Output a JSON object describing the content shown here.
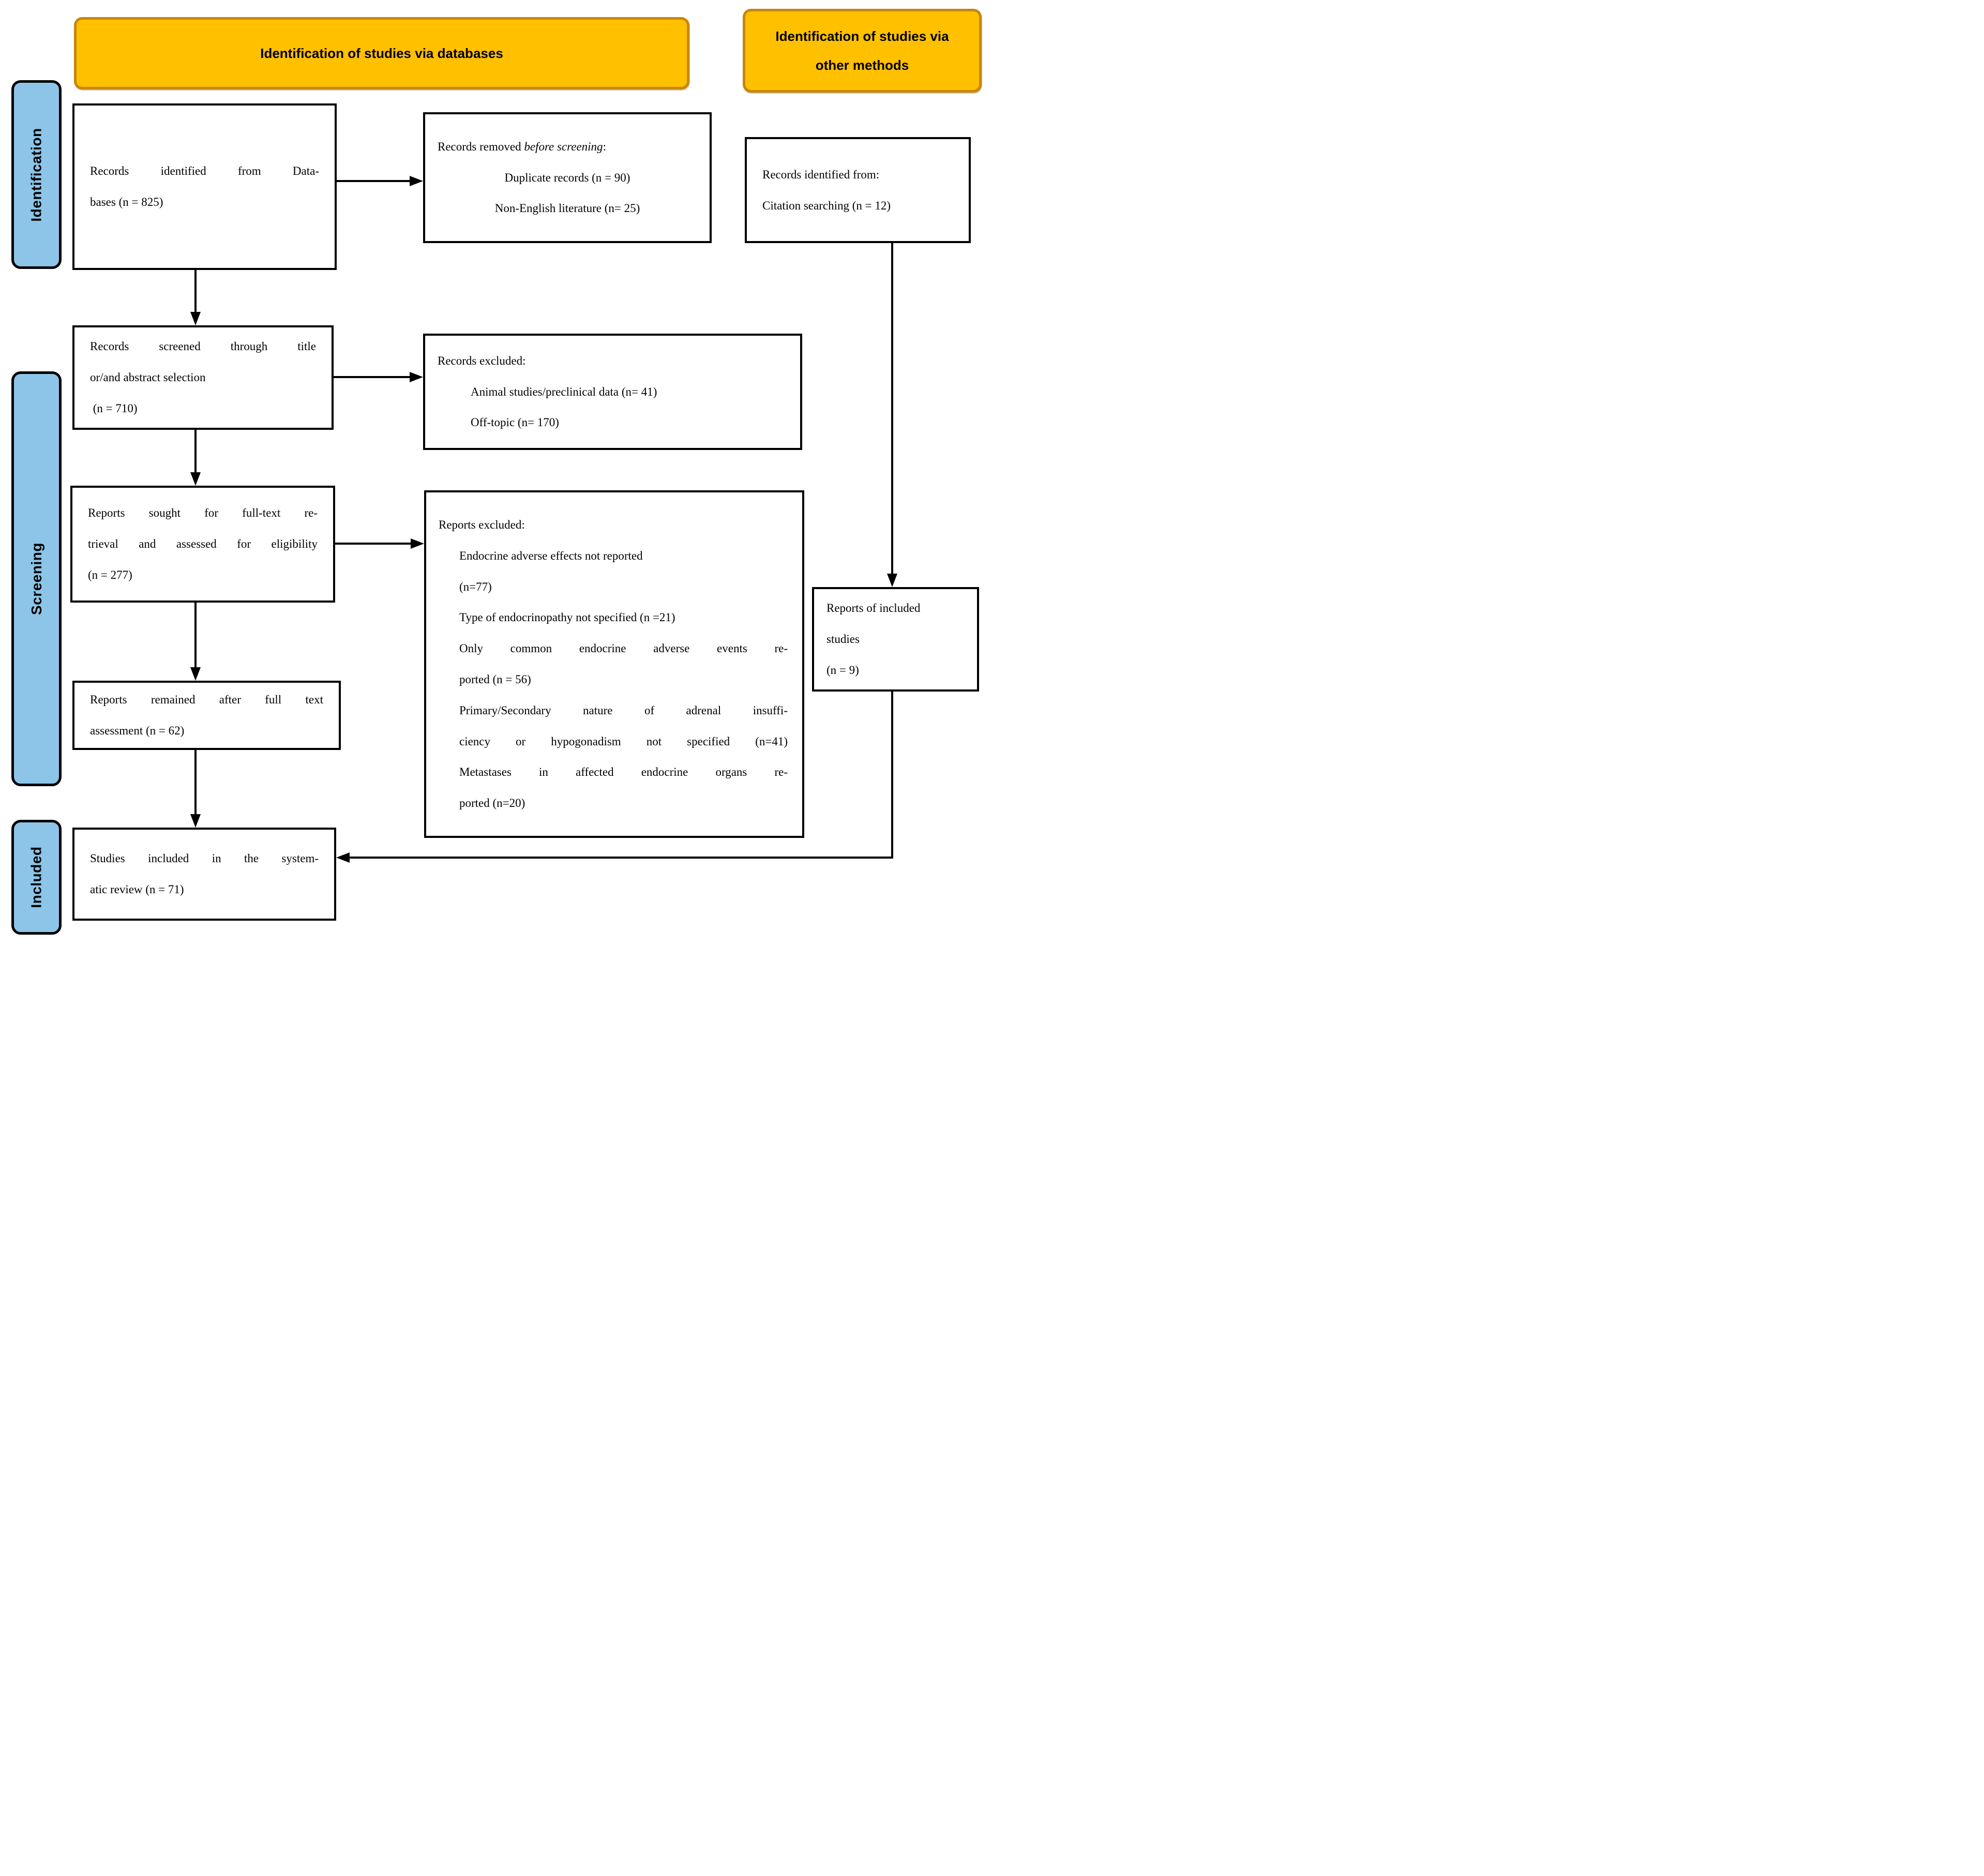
{
  "colors": {
    "header_fill": "#FFC000",
    "header_border": "#C8860A",
    "stage_fill": "#8CC5E8",
    "box_border": "#000000",
    "arrow": "#000000"
  },
  "headers": {
    "databases": "Identification of studies via databases",
    "other_methods_lines": [
      {
        "t": "Identification of studies via",
        "j": false
      },
      {
        "t": "other methods",
        "j": false
      }
    ]
  },
  "stages": {
    "identification": "Identification",
    "screening": "Screening",
    "included": "Included"
  },
  "boxes": {
    "records_identified": {
      "lines": [
        {
          "t": "Records identified from Data-",
          "j": true
        },
        {
          "t": "bases (n = 825)",
          "j": false
        }
      ]
    },
    "records_removed": {
      "title_regular": "Records removed ",
      "title_italic": "before screening",
      "title_suffix": ":",
      "items": [
        {
          "t": "Duplicate records (n = 90)",
          "j": false
        },
        {
          "t": "Non-English literature (n= 25)",
          "j": false
        }
      ]
    },
    "citation_identified": {
      "lines": [
        {
          "t": "Records identified from:",
          "j": false
        },
        {
          "t": "Citation searching (n = 12)",
          "j": false
        }
      ]
    },
    "records_screened": {
      "lines": [
        {
          "t": "Records screened through title",
          "j": true
        },
        {
          "t": "or/and abstract selection",
          "j": false
        },
        {
          "t": " (n = 710)",
          "j": false
        }
      ]
    },
    "records_excluded": {
      "title": "Records excluded:",
      "items": [
        {
          "t": "Animal studies/preclinical data (n= 41)",
          "j": false
        },
        {
          "t": "Off-topic (n= 170)",
          "j": false
        }
      ]
    },
    "reports_sought": {
      "lines": [
        {
          "t": "Reports sought for full-text re-",
          "j": true
        },
        {
          "t": "trieval and assessed for eligibility",
          "j": true
        },
        {
          "t": "(n = 277)",
          "j": false
        }
      ]
    },
    "reports_excluded": {
      "title": "Reports excluded:",
      "items": [
        {
          "t": "Endocrine adverse effects not reported",
          "j": false
        },
        {
          "t": "(n=77)",
          "j": false
        },
        {
          "t": "Type of endocrinopathy not specified (n =21)",
          "j": false
        },
        {
          "t": "Only common endocrine adverse events re-",
          "j": true
        },
        {
          "t": "ported (n = 56)",
          "j": false
        },
        {
          "t": "Primary/Secondary nature of adrenal insuffi-",
          "j": true
        },
        {
          "t": "ciency or hypogonadism not specified (n=41)",
          "j": true
        },
        {
          "t": "Metastases in affected endocrine organs re-",
          "j": true
        },
        {
          "t": "ported (n=20)",
          "j": false
        }
      ]
    },
    "reports_remained": {
      "lines": [
        {
          "t": "Reports remained after full text",
          "j": true
        },
        {
          "t": "assessment (n = 62)",
          "j": false
        }
      ]
    },
    "reports_of_included": {
      "lines": [
        {
          "t": "Reports of included",
          "j": false
        },
        {
          "t": "studies",
          "j": false
        },
        {
          "t": "(n = 9)",
          "j": false
        }
      ]
    },
    "studies_included": {
      "lines": [
        {
          "t": "Studies included in the system-",
          "j": true
        },
        {
          "t": "atic review (n = 71)",
          "j": false
        }
      ]
    }
  }
}
